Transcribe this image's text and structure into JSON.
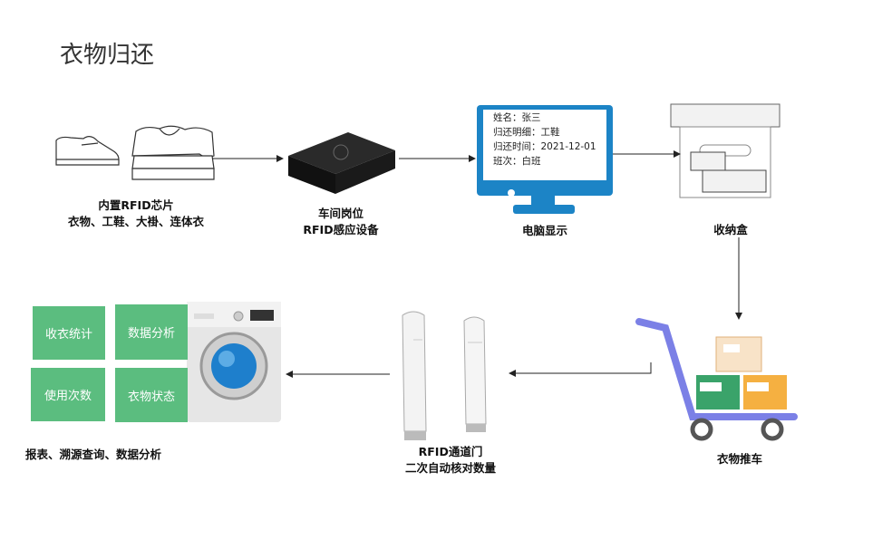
{
  "title": "衣物归还",
  "nodes": {
    "chip": {
      "line1": "内置RFID芯片",
      "line2": "衣物、工鞋、大褂、连体衣"
    },
    "reader": {
      "line1": "车间岗位",
      "line2": "RFID感应设备"
    },
    "computer": {
      "label": "电脑显示"
    },
    "box": {
      "label": "收纳盒"
    },
    "cart": {
      "label": "衣物推车"
    },
    "gate": {
      "line1": "RFID通道门",
      "line2": "二次自动核对数量"
    },
    "system": {
      "label": "报表、溯源查询、数据分析"
    }
  },
  "screen": {
    "name": "姓名：张三",
    "detail": "归还明细：工鞋",
    "time": "归还时间：2021-12-01",
    "shift": "班次：白班"
  },
  "tiles": [
    "收衣统计",
    "数据分析",
    "使用次数",
    "衣物状态"
  ],
  "colors": {
    "monitor": "#1c84c6",
    "tile": "#5bbd7f",
    "cart": "#7b80e6",
    "box_green": "#3aa36a",
    "box_orange": "#f5b041"
  }
}
